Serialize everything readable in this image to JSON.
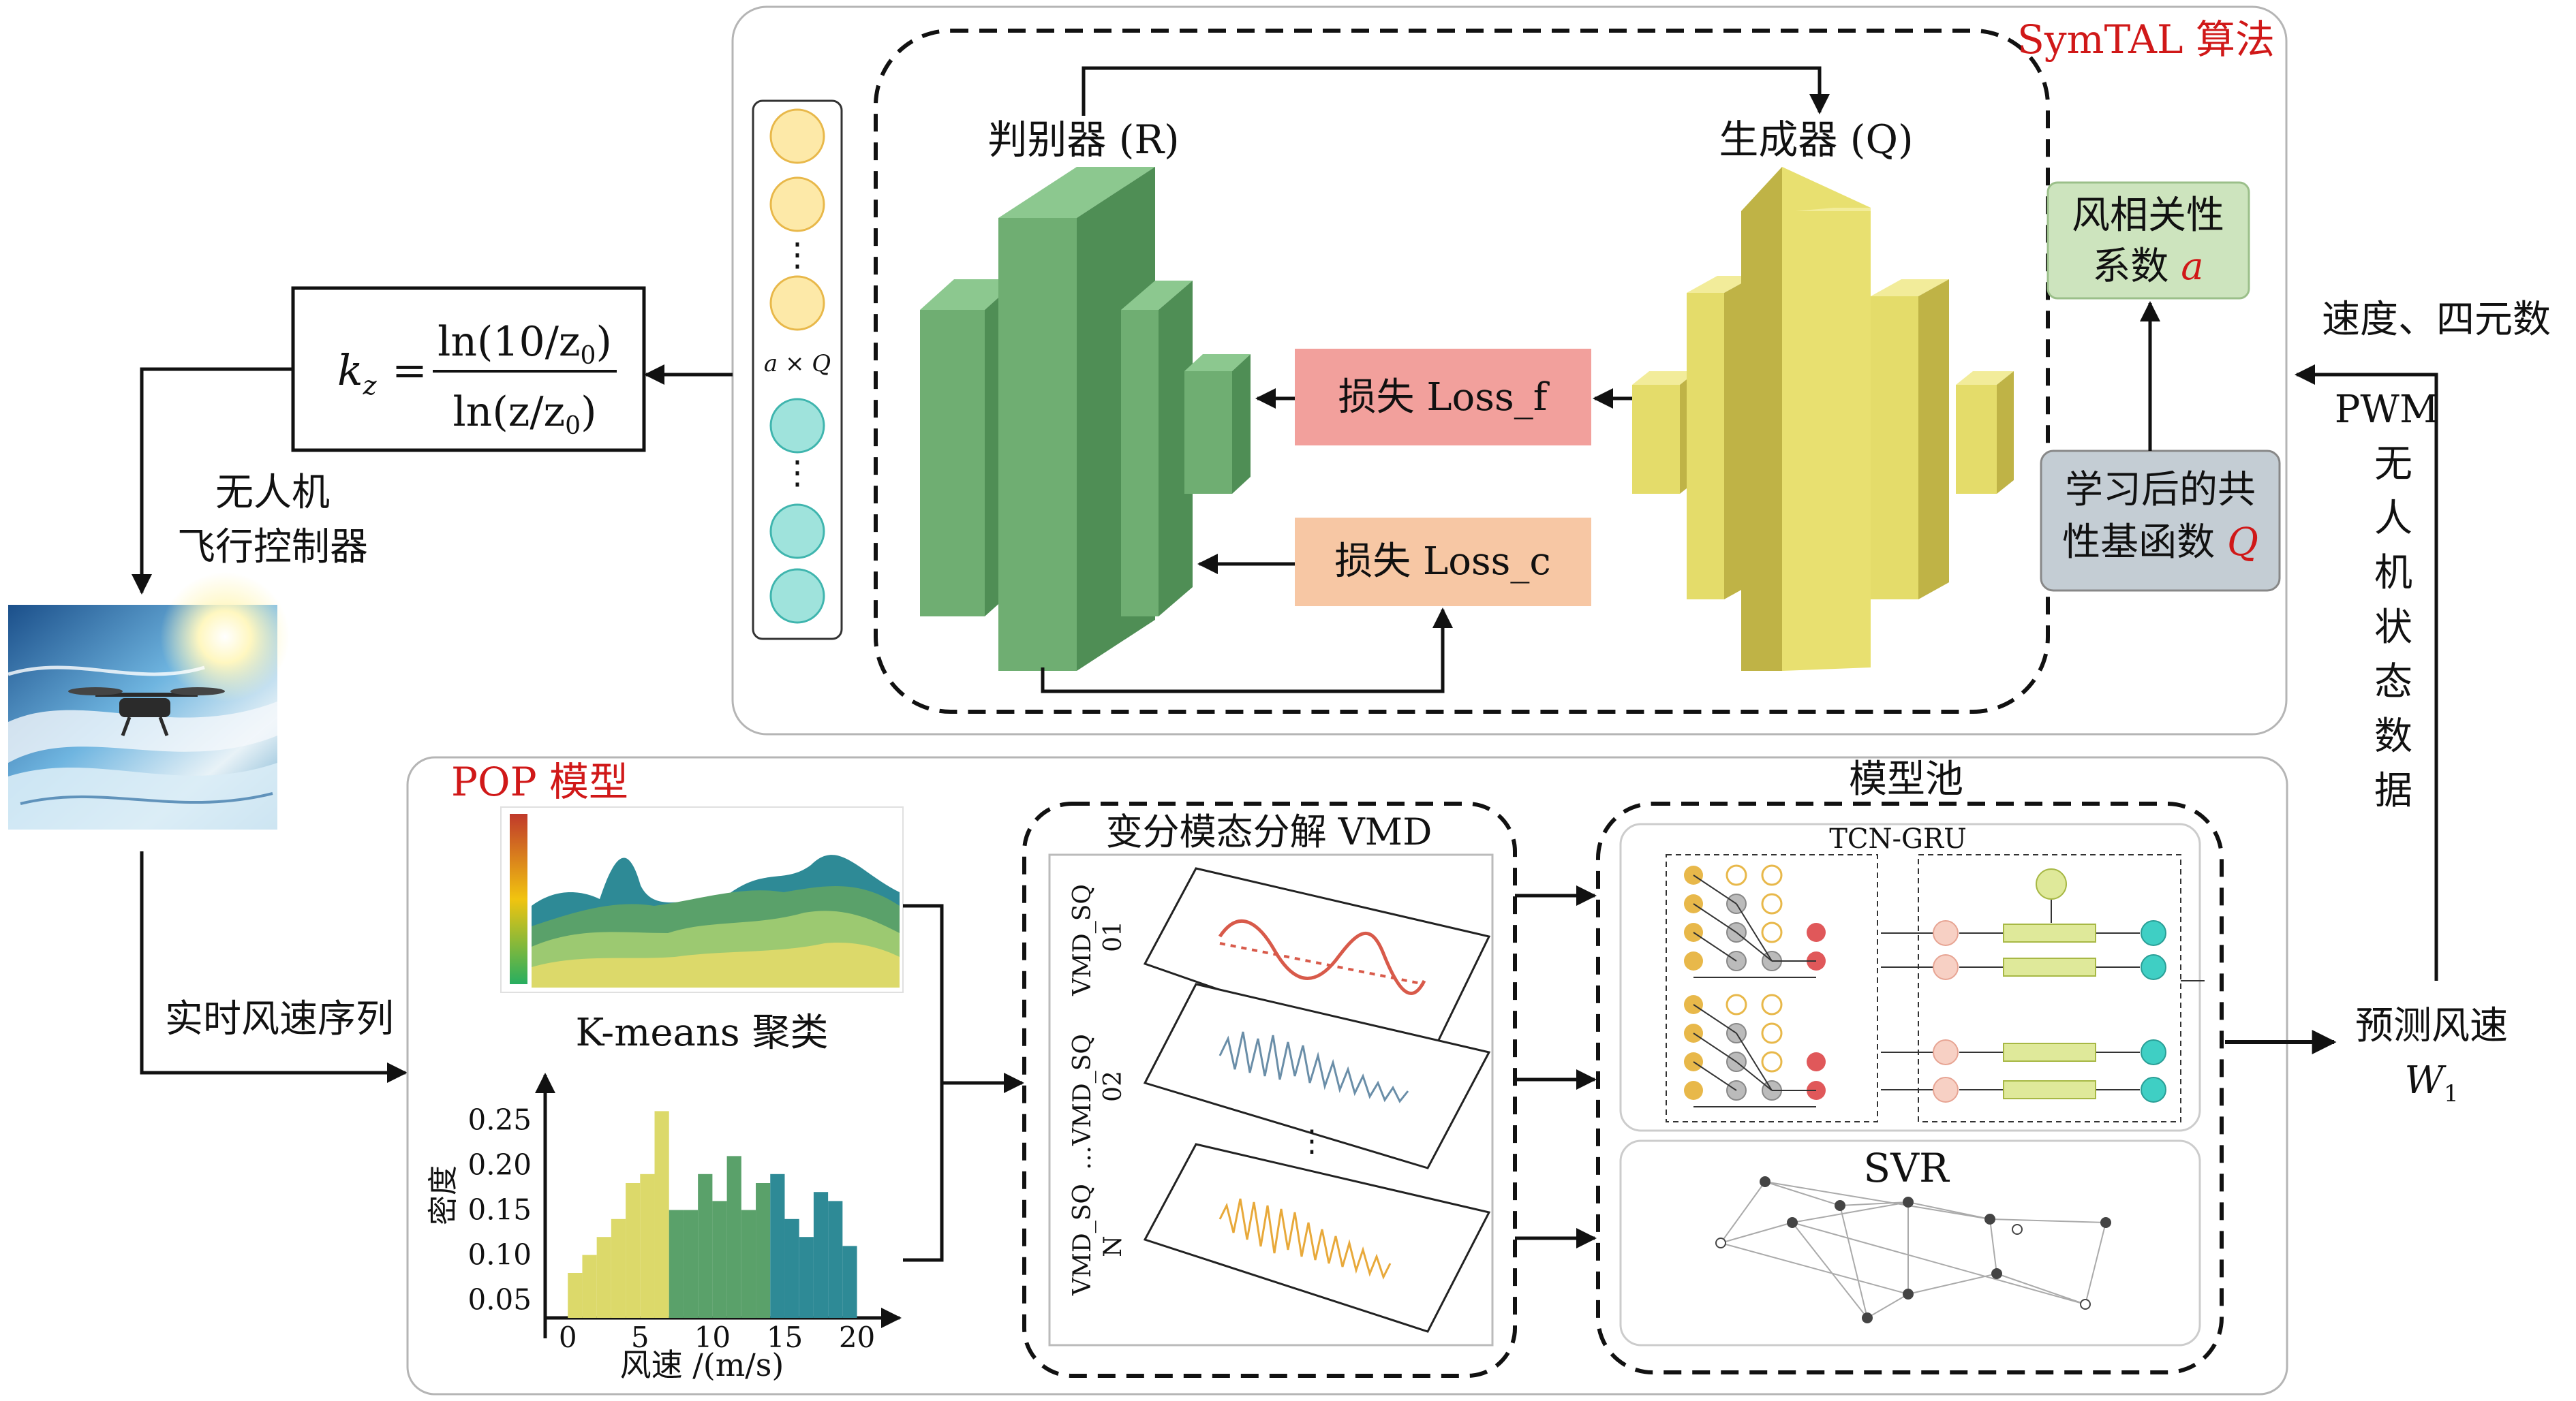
{
  "symtal": {
    "title": "SymTAL 算法",
    "discriminator": "判别器 (R)",
    "generator": "生成器 (Q)",
    "loss_f": "损失 Loss_f",
    "loss_c": "损失 Loss_c",
    "wind_coef_line1": "风相关性",
    "wind_coef_line2": "系数",
    "wind_coef_symbol": "a",
    "basis_line1": "学习后的共",
    "basis_line2": "性基函数",
    "basis_symbol": "Q",
    "vector_label": "a × Q",
    "vector_dots": "⋮"
  },
  "formula": {
    "lhs": "k",
    "lhs_sub": "z",
    "equals": "=",
    "numerator": "ln(10/z",
    "num_sub": "0",
    "num_close": ")",
    "denominator": "ln(z/z",
    "den_sub": "0",
    "den_close": ")"
  },
  "left": {
    "controller_line1": "无人机",
    "controller_line2": "飞行控制器",
    "realtime_series": "实时风速序列"
  },
  "right": {
    "speed_quaternion": "速度、四元数",
    "pwm": "PWM",
    "uav_state": [
      "无",
      "人",
      "机",
      "状",
      "态",
      "数",
      "据"
    ],
    "predict_line1": "预测风速",
    "predict_symbol": "W",
    "predict_sub": "1"
  },
  "pop": {
    "title": "POP 模型",
    "kmeans": "K-means 聚类",
    "hist_ylabel": "密度",
    "hist_xlabel": "风速 /(m/s)"
  },
  "vmd": {
    "title": "变分模态分解 VMD",
    "labels": [
      "VMD_SQ 01",
      "VMD_SQ 02",
      "…",
      "VMD_SQ N"
    ],
    "dots": "⋮"
  },
  "pool": {
    "title": "模型池",
    "tcn_gru": "TCN-GRU",
    "svr": "SVR"
  },
  "chart_data": {
    "type": "bar",
    "xlabel": "风速 /(m/s)",
    "ylabel": "密度",
    "x_ticks": [
      0,
      5,
      10,
      15,
      20
    ],
    "y_ticks": [
      0.05,
      0.1,
      0.15,
      0.2,
      0.25
    ],
    "xlim": [
      -1,
      22
    ],
    "ylim": [
      0.03,
      0.28
    ],
    "bin_width": 1,
    "bins": [
      {
        "x": 0,
        "y": 0.08,
        "group": 1
      },
      {
        "x": 1,
        "y": 0.1,
        "group": 1
      },
      {
        "x": 2,
        "y": 0.12,
        "group": 1
      },
      {
        "x": 3,
        "y": 0.14,
        "group": 1
      },
      {
        "x": 4,
        "y": 0.18,
        "group": 1
      },
      {
        "x": 5,
        "y": 0.19,
        "group": 1
      },
      {
        "x": 6,
        "y": 0.26,
        "group": 1
      },
      {
        "x": 7,
        "y": 0.15,
        "group": 2
      },
      {
        "x": 8,
        "y": 0.15,
        "group": 2
      },
      {
        "x": 9,
        "y": 0.19,
        "group": 2
      },
      {
        "x": 10,
        "y": 0.16,
        "group": 2
      },
      {
        "x": 11,
        "y": 0.21,
        "group": 2
      },
      {
        "x": 12,
        "y": 0.15,
        "group": 2
      },
      {
        "x": 13,
        "y": 0.18,
        "group": 2
      },
      {
        "x": 14,
        "y": 0.19,
        "group": 3
      },
      {
        "x": 15,
        "y": 0.14,
        "group": 3
      },
      {
        "x": 16,
        "y": 0.12,
        "group": 3
      },
      {
        "x": 17,
        "y": 0.17,
        "group": 3
      },
      {
        "x": 18,
        "y": 0.16,
        "group": 3
      },
      {
        "x": 19,
        "y": 0.11,
        "group": 3
      }
    ],
    "group_colors": {
      "1": "#dcd96a",
      "2": "#5aa16a",
      "3": "#2e8a96"
    }
  }
}
